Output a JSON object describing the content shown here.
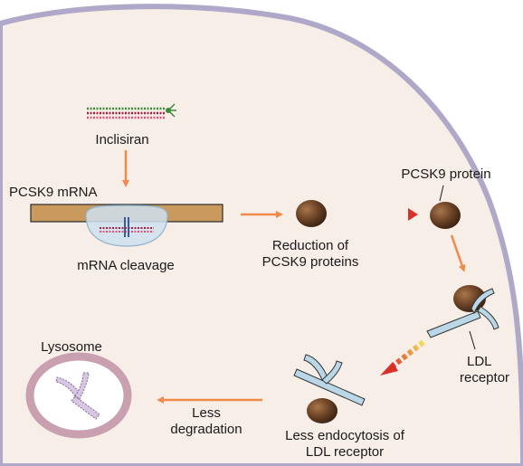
{
  "diagram": {
    "drug_label": "Inclisiran",
    "mrna_label": "PCSK9 mRNA",
    "cleavage_label": "mRNA cleavage",
    "reduction_label": [
      "Reduction of",
      "PCSK9 proteins"
    ],
    "protein_label": "PCSK9 protein",
    "receptor_label": [
      "LDL",
      "receptor"
    ],
    "endocytosis_label": [
      "Less endocytosis of",
      "LDL receptor"
    ],
    "degradation_label": [
      "Less",
      "degradation"
    ],
    "lysosome_label": "Lysosome"
  },
  "colors": {
    "cell_fill": "#f8eee8",
    "cell_border": "#b0a8c8",
    "arrow_orange": "#f08a4b",
    "mrna_bar": "#c9995e",
    "protein_brown": "#6b4226",
    "receptor_blue": "#b9d7e6",
    "lysosome_ring": "#c9a0b0"
  }
}
